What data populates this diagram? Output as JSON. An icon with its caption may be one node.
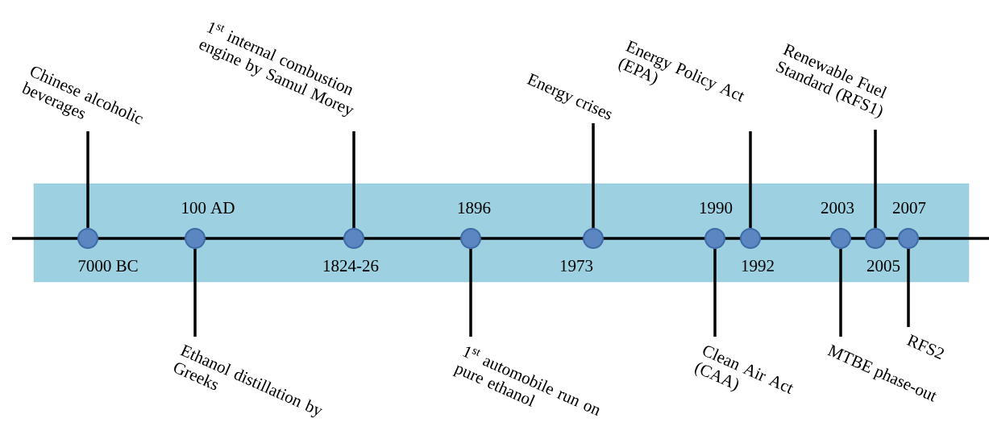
{
  "diagram": {
    "nodes": [
      {
        "text": [
          "Chinese alcoholic beverages"
        ]
      },
      {
        "text": [
          "Ethanol distillation by Greeks"
        ]
      },
      {
        "text": [
          "1$^{st}$ internal combustion engine by Samul Morey"
        ]
      },
      {
        "text": [
          "1$^{st}$ automobile run on pure ethanol"
        ]
      },
      {
        "text": [
          "Energy crises"
        ]
      },
      {
        "text": [
          "Clean Air Act (CAA)"
        ]
      },
      {
        "text": [
          "Energy Policy Act (EPA)"
        ]
      },
      {
        "text": [
          "MTBE phase-out"
        ]
      },
      {
        "text": [
          "Renewable Fuel Standard (RFS1)"
        ]
      },
      {
        "text": [
          "RFS2"
        ]
      },
      {
        "text": [],
        "shape": "circle",
        "beside": [
          "7000 BC"
        ]
      },
      {
        "text": [],
        "shape": "circle",
        "beside": [
          "100 AD"
        ]
      },
      {
        "text": [],
        "shape": "circle",
        "beside": [
          "1824-26"
        ]
      },
      {
        "text": [],
        "shape": "circle",
        "beside": [
          "1896"
        ]
      },
      {
        "text": [],
        "shape": "circle",
        "beside": [
          "1973"
        ]
      },
      {
        "text": [],
        "shape": "circle",
        "beside": [
          "1990"
        ]
      },
      {
        "text": [],
        "shape": "circle",
        "beside": [
          "1992"
        ]
      },
      {
        "text": [],
        "shape": "circle",
        "beside": [
          "2003"
        ]
      },
      {
        "text": [],
        "shape": "circle",
        "beside": [
          "2005"
        ]
      },
      {
        "text": [],
        "shape": "circle",
        "beside": [
          "2007"
        ]
      }
    ],
    "edges": [
      {
        "from": 0,
        "to": 10,
        "arrow": "none"
      },
      {
        "from": 1,
        "to": 11,
        "arrow": "none"
      },
      {
        "from": 2,
        "to": 12,
        "arrow": "none"
      },
      {
        "from": 3,
        "to": 13,
        "arrow": "none"
      },
      {
        "from": 4,
        "to": 14,
        "arrow": "none"
      },
      {
        "from": 5,
        "to": 15,
        "arrow": "none"
      },
      {
        "from": 6,
        "to": 16,
        "arrow": "none"
      },
      {
        "from": 7,
        "to": 17,
        "arrow": "none"
      },
      {
        "from": 8,
        "to": 18,
        "arrow": "none"
      },
      {
        "from": 9,
        "to": 19,
        "arrow": "none"
      }
    ]
  }
}
